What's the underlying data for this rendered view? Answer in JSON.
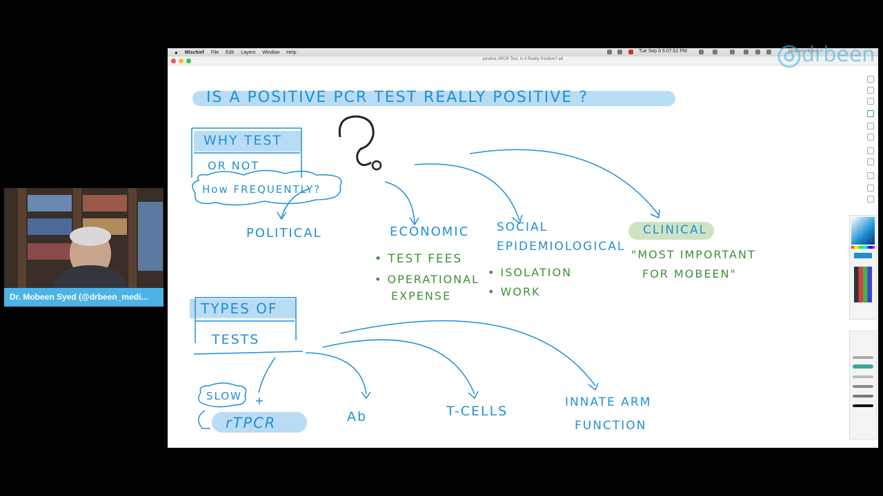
{
  "menubar": {
    "app": "Mischief",
    "items": [
      "File",
      "Edit",
      "Layers",
      "Window",
      "Help"
    ],
    "clock": "Tue Sep 8  6:07:52 PM",
    "user": "Mobeen Syed"
  },
  "window": {
    "title": "positive rtPCR Test, Is It Really Positive?.art"
  },
  "whiteboard": {
    "title": "IS  A  POSITIVE  PCR  TEST  REALLY  POSITIVE ?",
    "why_test": "WHY  TEST",
    "or_not": "OR   NOT",
    "how_frequently": "How  FREQUENTLY?",
    "political": "POLITICAL",
    "economic": "ECONOMIC",
    "social": "SOCIAL",
    "epidemiological": "EPIDEMIOLOGICAL",
    "clinical": "CLINICAL",
    "test_fees": "• TEST  FEES",
    "operational": "• OPERATIONAL",
    "expense": "EXPENSE",
    "isolation": "• ISOLATION",
    "work": "• WORK",
    "most_important": "\"MOST  IMPORTANT",
    "for_mobeen": "FOR  MOBEEN\"",
    "types_of": "TYPES  OF",
    "tests": "TESTS",
    "slow": "SLOW",
    "rtpcr": "rTPCR",
    "ab": "Ab",
    "t_cells": "T-CELLS",
    "innate_arm": "INNATE  ARM",
    "function": "FUNCTION"
  },
  "logo": {
    "text": "drbeen"
  },
  "webcam": {
    "name": "Dr. Mobeen Syed (@drbeen_medi..."
  },
  "colors": {
    "ink_blue": "#1f8fd6",
    "ink_green": "#3f8f3a",
    "highlight_blue": "#b9dcf5",
    "highlight_green": "#cfe3c3",
    "name_bar": "#4bb3e6"
  }
}
